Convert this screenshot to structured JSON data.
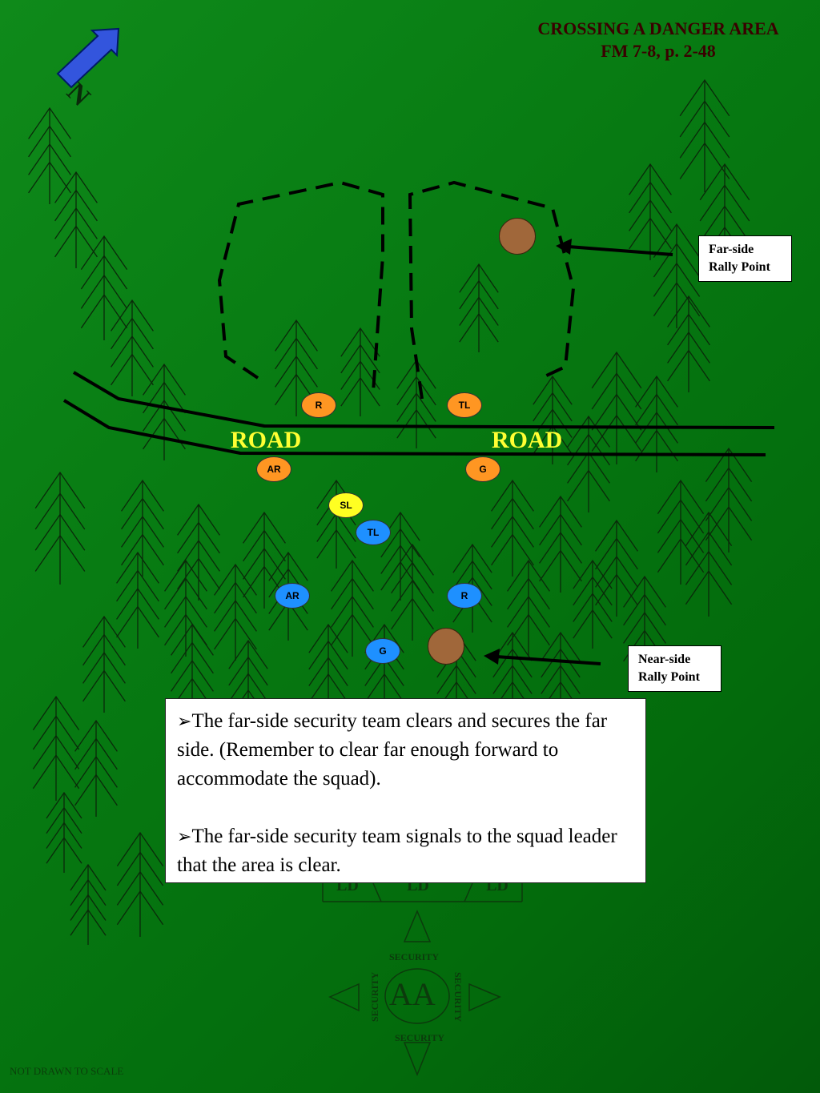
{
  "title": {
    "line1": "CROSSING A DANGER AREA",
    "line2": "FM 7-8, p. 2-48"
  },
  "compass": {
    "label": "N"
  },
  "road": {
    "left_label": "ROAD",
    "right_label": "ROAD"
  },
  "callouts": {
    "far_side": {
      "line1": "Far-side",
      "line2": "Rally Point"
    },
    "near_side": {
      "line1": "Near-side",
      "line2": "Rally Point"
    }
  },
  "far_side_team": [
    {
      "label": "R",
      "color": "orange"
    },
    {
      "label": "TL",
      "color": "orange"
    },
    {
      "label": "AR",
      "color": "orange"
    },
    {
      "label": "G",
      "color": "orange"
    }
  ],
  "squad_leader": {
    "label": "SL",
    "color": "yellow"
  },
  "near_side_team": [
    {
      "label": "TL",
      "color": "blue"
    },
    {
      "label": "AR",
      "color": "blue"
    },
    {
      "label": "R",
      "color": "blue"
    },
    {
      "label": "G",
      "color": "blue"
    }
  ],
  "text_box": {
    "bullet_glyph": "➢",
    "paragraphs": [
      "The far-side security team clears and secures the far side.  (Remember to clear far enough forward to accommodate the squad).",
      "The far-side security team signals to the squad leader that the area is clear."
    ]
  },
  "assembly_area": {
    "label": "AA",
    "security_labels": [
      "SECURITY",
      "SECURITY",
      "SECURITY",
      "SECURITY"
    ],
    "ld_labels": [
      "LD",
      "LD",
      "LD"
    ]
  },
  "footnote": "NOT DRAWN TO SCALE",
  "colors": {
    "background": "#077a12",
    "road_label": "#ffff33",
    "far_team": "#ff9622",
    "near_team": "#1e90ff",
    "squad_leader": "#ffff22",
    "rally_point": "#a0673a",
    "north_arrow": "#3355dd",
    "title_text": "#3a0000"
  }
}
